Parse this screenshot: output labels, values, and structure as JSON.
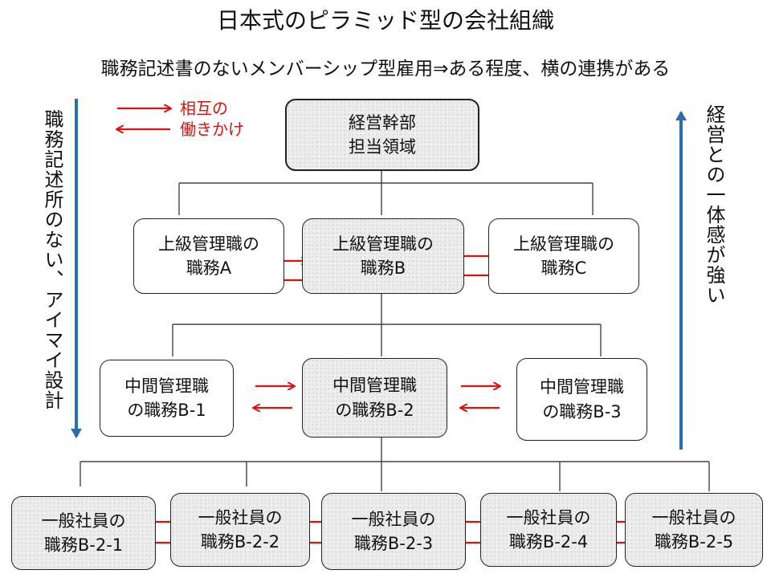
{
  "title": "日本式のピラミッド型の会社組織",
  "subtitle": "職務記述書のないメンバーシップ型雇用⇒ある程度、横の連携がある",
  "left_note": "職務記述所のない、アイマイ設計",
  "right_note": "経営との一体感が強い",
  "legend": {
    "line1": "相互の",
    "line2": "働きかけ"
  },
  "colors": {
    "arrow_red": "#e01010",
    "arrow_blue": "#2a6db0",
    "line": "#444444"
  },
  "executive": {
    "line1": "経営幹部",
    "line2": "担当領域"
  },
  "upper_managers": [
    {
      "line1": "上級管理職の",
      "line2": "職務A"
    },
    {
      "line1": "上級管理職の",
      "line2": "職務B"
    },
    {
      "line1": "上級管理職の",
      "line2": "職務C"
    }
  ],
  "middle_managers": [
    {
      "line1": "中間管理職",
      "line2": "の職務B-1"
    },
    {
      "line1": "中間管理職",
      "line2": "の職務B-2"
    },
    {
      "line1": "中間管理職",
      "line2": "の職務B-3"
    }
  ],
  "employees": [
    {
      "line1": "一般社員の",
      "line2": "職務B-2-1"
    },
    {
      "line1": "一般社員の",
      "line2": "職務B-2-2"
    },
    {
      "line1": "一般社員の",
      "line2": "職務B-2-3"
    },
    {
      "line1": "一般社員の",
      "line2": "職務B-2-4"
    },
    {
      "line1": "一般社員の",
      "line2": "職務B-2-5"
    }
  ]
}
